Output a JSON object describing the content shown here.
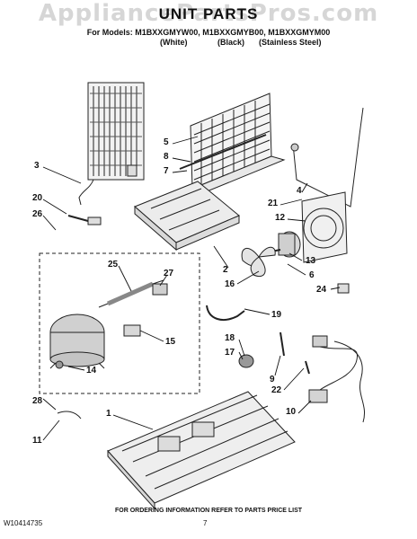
{
  "watermark": "AppliancePartsPros.com",
  "header": {
    "title": "UNIT PARTS",
    "models": "For Models: M1BXXGMYW00, M1BXXGMYB00, M1BXXGMYM00",
    "variants": [
      "(White)",
      "(Black)",
      "(Stainless Steel)"
    ]
  },
  "callouts": [
    "1",
    "2",
    "3",
    "4",
    "5",
    "6",
    "7",
    "8",
    "9",
    "10",
    "11",
    "12",
    "13",
    "14",
    "15",
    "16",
    "17",
    "18",
    "19",
    "20",
    "21",
    "22",
    "24",
    "25",
    "26",
    "27",
    "28"
  ],
  "footer": {
    "note": "FOR ORDERING INFORMATION REFER TO PARTS PRICE LIST",
    "doc_number": "W10414735",
    "page_number": "7"
  }
}
